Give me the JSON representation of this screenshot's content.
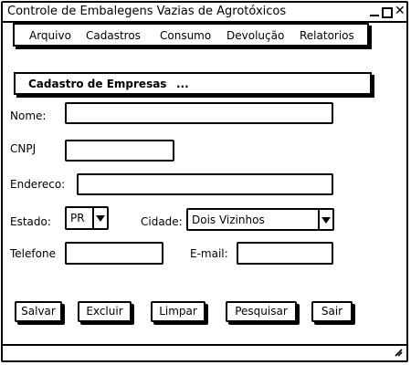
{
  "window": {
    "title": "Controle de Embalegens Vazias de Agrotóxicos"
  },
  "menu": {
    "items": [
      "Arquivo",
      "Cadastros",
      "Consumo",
      "Devolução",
      "Relatorios"
    ]
  },
  "section": {
    "title": "Cadastro de Empresas",
    "dots": "..."
  },
  "form": {
    "nome_label": "Nome:",
    "nome_value": "",
    "cnpj_label": "CNPJ",
    "cnpj_value": "",
    "endereco_label": "Endereco:",
    "endereco_value": "",
    "estado_label": "Estado:",
    "estado_value": "PR",
    "cidade_label": "Cidade:",
    "cidade_value": "Dois Vizinhos",
    "telefone_label": "Telefone",
    "telefone_value": "",
    "email_label": "E-mail:",
    "email_value": ""
  },
  "buttons": {
    "salvar": "Salvar",
    "excluir": "Excluir",
    "limpar": "Limpar",
    "pesquisar": "Pesquisar",
    "sair": "Sair"
  },
  "icons": {
    "minimize": "minimize-icon",
    "maximize": "maximize-icon",
    "close": "close-icon",
    "resize": "resize-grip-icon",
    "dropdown": "chevron-down-icon"
  }
}
